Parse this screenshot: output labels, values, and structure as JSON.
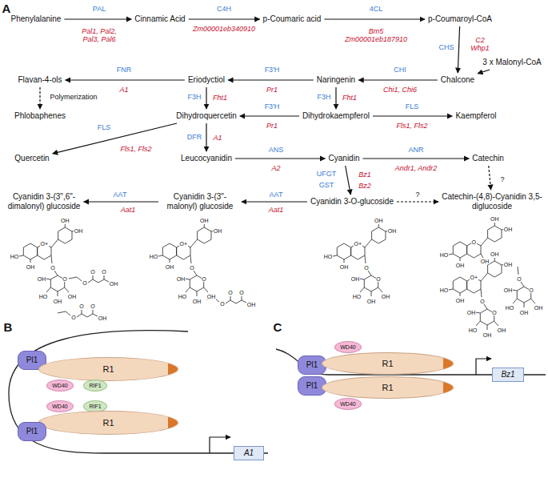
{
  "diagram": {
    "nodes": [
      {
        "text": [
          "Phenylalanine"
        ]
      },
      {
        "text": [
          "Cinnamic Acid"
        ]
      },
      {
        "text": [
          "p-Coumaric acid"
        ]
      },
      {
        "text": [
          "p-Coumaroyl-CoA"
        ]
      },
      {
        "text": [
          "3 x Malonyl-CoA"
        ]
      },
      {
        "text": [
          "Flavan-4-ols"
        ]
      },
      {
        "text": [
          "Eriodyctiol"
        ]
      },
      {
        "text": [
          "Naringenin"
        ]
      },
      {
        "text": [
          "Chalcone"
        ]
      },
      {
        "text": [
          "Phlobaphenes"
        ]
      },
      {
        "text": [
          "Dihydroquercetin"
        ]
      },
      {
        "text": [
          "Dihydrokaempferol"
        ]
      },
      {
        "text": [
          "Kaempferol"
        ]
      },
      {
        "text": [
          "Quercetin"
        ]
      },
      {
        "text": [
          "Leucocyanidin"
        ]
      },
      {
        "text": [
          "Cyanidin"
        ]
      },
      {
        "text": [
          "Catechin"
        ]
      },
      {
        "text": [
          "Cyanidin 3-(3\",6\"-dimalonyl) glucoside"
        ]
      },
      {
        "text": [
          "Cyanidin 3-(3\"-malonyl) glucoside"
        ]
      },
      {
        "text": [
          "Cyanidin 3-O-glucoside"
        ]
      },
      {
        "text": [
          "Catechin-(4,8)-Cyanidin 3,5-diglucoside"
        ]
      },
      {
        "text": [
          "Pl1"
        ]
      },
      {
        "text": [
          "R1"
        ]
      },
      {
        "text": [
          "WD40"
        ]
      },
      {
        "text": [
          "RIF1"
        ]
      },
      {
        "text": [
          "WD40"
        ]
      },
      {
        "text": [
          "RIF1"
        ]
      },
      {
        "text": [
          "R1"
        ]
      },
      {
        "text": [
          "Pl1"
        ]
      },
      {
        "text": [
          "A1"
        ]
      },
      {
        "text": [
          "Pl1"
        ]
      },
      {
        "text": [
          "Pl1"
        ]
      },
      {
        "text": [
          "R1"
        ]
      },
      {
        "text": [
          "WD40"
        ]
      },
      {
        "text": [
          "R1"
        ]
      },
      {
        "text": [
          "WD40"
        ]
      },
      {
        "text": [
          "Bz1"
        ]
      }
    ],
    "edges": [
      {
        "from": 0,
        "to": 1,
        "arrow": "to",
        "label": "PAL"
      },
      {
        "from": 1,
        "to": 2,
        "arrow": "to",
        "label": "C4H"
      },
      {
        "from": 2,
        "to": 3,
        "arrow": "to",
        "label": "4CL"
      },
      {
        "from": 3,
        "to": 8,
        "arrow": "to",
        "label": "CHS"
      },
      {
        "from": 4,
        "to": 8,
        "arrow": "to"
      },
      {
        "from": 8,
        "to": 7,
        "arrow": "to",
        "label": "CHI"
      },
      {
        "from": 7,
        "to": 6,
        "arrow": "to",
        "label": "F3'H"
      },
      {
        "from": 6,
        "to": 5,
        "arrow": "to",
        "label": "FNR"
      },
      {
        "from": 5,
        "to": 9,
        "arrow": "to",
        "label": "Polymerization"
      },
      {
        "from": 7,
        "to": 11,
        "arrow": "to",
        "label": "F3H"
      },
      {
        "from": 6,
        "to": 10,
        "arrow": "to",
        "label": "F3H"
      },
      {
        "from": 11,
        "to": 10,
        "arrow": "to",
        "label": "F3'H"
      },
      {
        "from": 11,
        "to": 12,
        "arrow": "to",
        "label": "FLS"
      },
      {
        "from": 10,
        "to": 13,
        "arrow": "to",
        "label": "FLS"
      },
      {
        "from": 10,
        "to": 14,
        "arrow": "to",
        "label": "DFR"
      },
      {
        "from": 14,
        "to": 15,
        "arrow": "to",
        "label": "ANS"
      },
      {
        "from": 15,
        "to": 16,
        "arrow": "to",
        "label": "ANR"
      },
      {
        "from": 15,
        "to": 19,
        "arrow": "to",
        "label": "UFGT"
      },
      {
        "from": 16,
        "to": 20,
        "arrow": "to",
        "label": "?"
      },
      {
        "from": 19,
        "to": 20,
        "arrow": "to",
        "label": "?"
      },
      {
        "from": 19,
        "to": 18,
        "arrow": "to",
        "label": "AAT"
      },
      {
        "from": 18,
        "to": 17,
        "arrow": "to",
        "label": "AAT"
      }
    ],
    "labels": [
      "A",
      "Pal1, Pal2, Pal3, Pal6",
      "Zm00001eb340910",
      "Bm5 Zm00001eb187910",
      "C2 Whp1",
      "Chi1, Chi6",
      "Pr1",
      "A1",
      "Fht1",
      "Fht1",
      "Pr1",
      "Fls1, Fls2",
      "Fls1, Fls2",
      "A1",
      "A2",
      "Andr1, Andr2",
      "Bz1",
      "GST",
      "Bz2",
      "Aat1",
      "Aat1",
      "B",
      "C",
      "HO",
      "OH",
      "O+",
      "OH",
      "OH",
      "O",
      "O",
      "OH",
      "OH",
      "HO",
      "OH",
      "O",
      "O",
      "O",
      "OH",
      "O",
      "O",
      "O",
      "OH",
      "HO",
      "OH",
      "O+",
      "OH",
      "OH",
      "O",
      "O",
      "OH",
      "OH",
      "HO",
      "OH",
      "O",
      "O",
      "O",
      "OH",
      "HO",
      "OH",
      "O+",
      "OH",
      "OH",
      "O",
      "O",
      "OH",
      "OH",
      "HO",
      "OH",
      "HO",
      "OH",
      "O",
      "OH",
      "OH",
      "OH",
      "HO",
      "OH",
      "O+",
      "OH",
      "OH",
      "O",
      "O",
      "OH",
      "OH",
      "HO",
      "OH",
      "O",
      "O",
      "OH",
      "OH",
      "HO",
      "OH"
    ]
  }
}
